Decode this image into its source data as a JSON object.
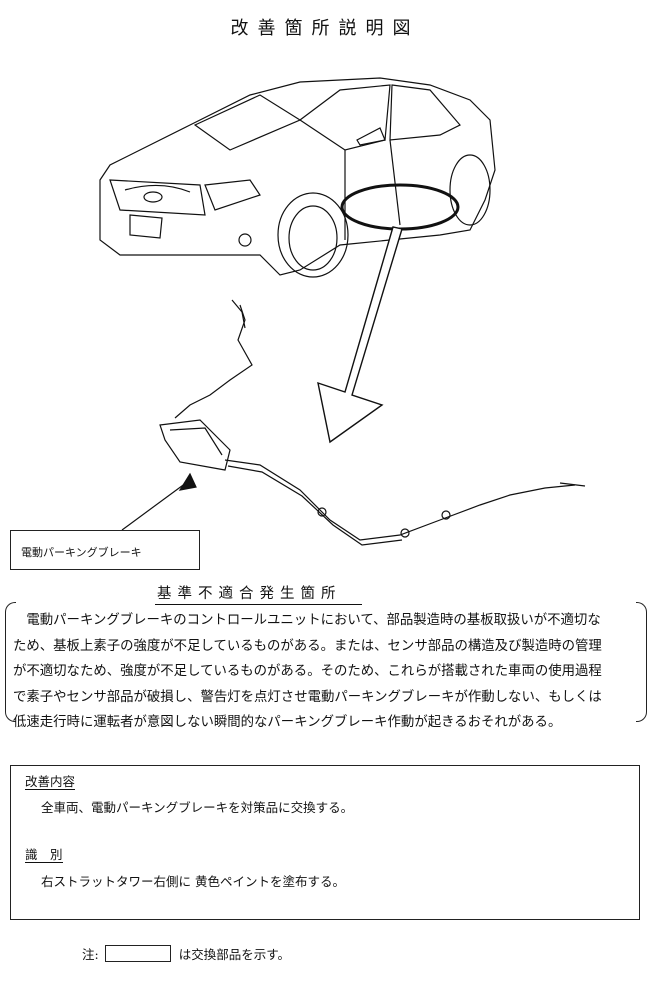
{
  "title": "改善箇所説明図",
  "part_label": "電動パーキングブレーキ",
  "defect_heading": "基準不適合発生箇所",
  "defect_lines": [
    "電動パーキングブレーキのコントロールユニットにおいて、部品製造時の基板取扱いが不適切な",
    "ため、基板上素子の強度が不足しているものがある。または、センサ部品の構造及び製造時の管理",
    "が不適切なため、強度が不足しているものがある。そのため、これらが搭載された車両の使用過程",
    "で素子やセンサ部品が破損し、警告灯を点灯させ電動パーキングブレーキが作動しない、もしくは",
    "低速走行時に運転者が意図しない瞬間的なパーキングブレーキ作動が起きるおそれがある。"
  ],
  "remedy": {
    "heading": "改善内容",
    "text": "全車両、電動パーキングブレーキを対策品に交換する。"
  },
  "identification": {
    "heading": "識　別",
    "text": "右ストラットタワー右側に 黄色ペイントを塗布する。"
  },
  "note": {
    "prefix": "注:",
    "suffix": "は交換部品を示す。"
  }
}
